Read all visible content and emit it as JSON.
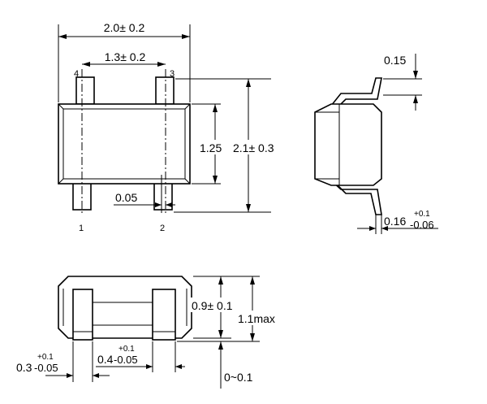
{
  "top_view": {
    "dim_width": "2.0± 0.2",
    "dim_pitch": "1.3± 0.2",
    "dim_body": "1.25",
    "dim_height": "2.1± 0.3",
    "dim_offset": "0.05",
    "pin1": "1",
    "pin2": "2",
    "pin3": "3",
    "pin4": "4"
  },
  "side_view": {
    "dim_lead_thickness": "0.15",
    "dim_lead_base": "0.16",
    "dim_lead_plus": "+0.1",
    "dim_lead_minus": "-0.06"
  },
  "front_view": {
    "dim_body_h": "0.9± 0.1",
    "dim_max_h": "1.1max",
    "dim_standoff": "0~0.1",
    "dim_lead_a_base": "0.3",
    "dim_lead_a_plus": "+0.1",
    "dim_lead_a_minus": "-0.05",
    "dim_lead_b_base": "0.4",
    "dim_lead_b_plus": "+0.1",
    "dim_lead_b_minus": "-0.05"
  }
}
